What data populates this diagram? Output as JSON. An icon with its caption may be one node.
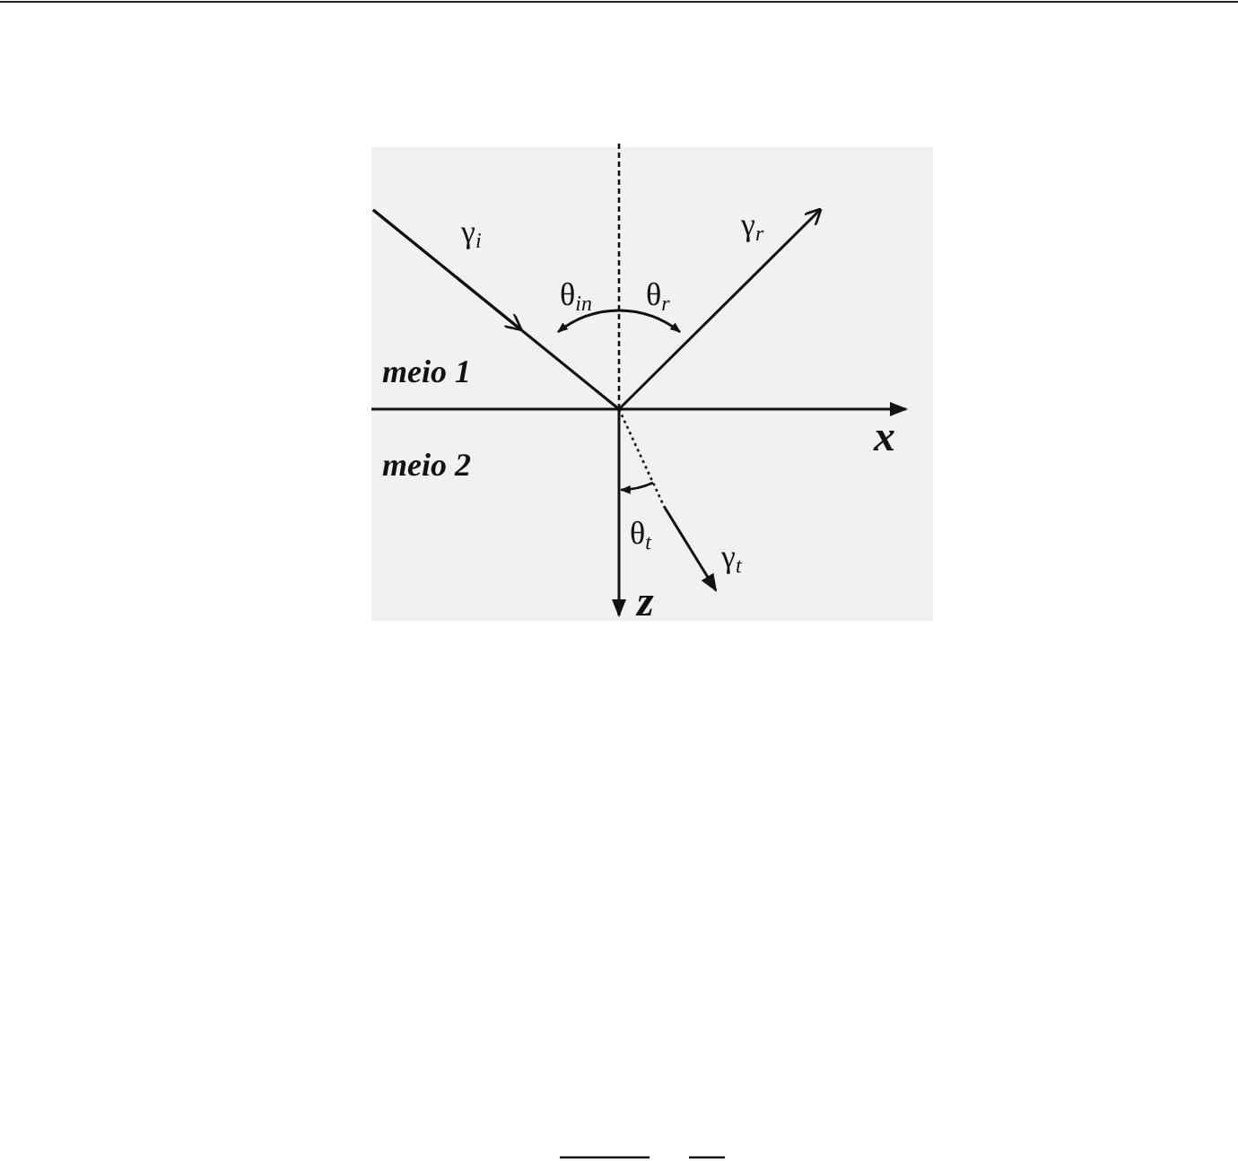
{
  "diagram": {
    "labels": [
      "γ$_{i}$",
      "γ$_{r}$",
      "θ$_{in}$",
      "θ$_{r}$",
      "meio 1",
      "x",
      "meio 2",
      "θ$_{t}$",
      "γ$_{t}$",
      "z"
    ]
  }
}
